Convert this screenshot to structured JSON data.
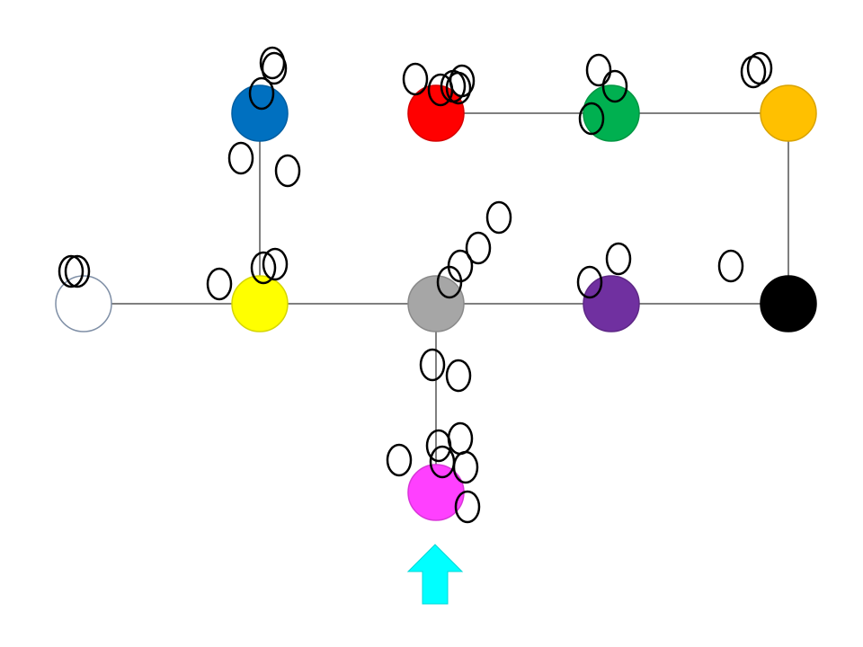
{
  "graph": {
    "nodes": [
      {
        "id": "white",
        "color": "#ffffff",
        "border": "#7f8fa6"
      },
      {
        "id": "yellow",
        "color": "#ffff00",
        "border": "#d6d600"
      },
      {
        "id": "gray",
        "color": "#a6a6a6",
        "border": "#8a8a8a"
      },
      {
        "id": "purple",
        "color": "#7030a0",
        "border": "#5e2886"
      },
      {
        "id": "black",
        "color": "#000000",
        "border": "#000000"
      },
      {
        "id": "blue",
        "color": "#0070c0",
        "border": "#005fa3"
      },
      {
        "id": "red",
        "color": "#ff0000",
        "border": "#d60000"
      },
      {
        "id": "green",
        "color": "#00b050",
        "border": "#009642"
      },
      {
        "id": "orange",
        "color": "#ffc000",
        "border": "#d9a300"
      },
      {
        "id": "magenta",
        "color": "#ff40ff",
        "border": "#d936d9"
      }
    ],
    "edges": [
      [
        "white",
        "yellow"
      ],
      [
        "yellow",
        "gray"
      ],
      [
        "gray",
        "purple"
      ],
      [
        "purple",
        "black"
      ],
      [
        "yellow",
        "blue"
      ],
      [
        "gray",
        "magenta"
      ],
      [
        "red",
        "green"
      ],
      [
        "green",
        "orange"
      ],
      [
        "orange",
        "black"
      ]
    ],
    "edge_color": "#7f7f7f",
    "marker_outline_color": "#000000",
    "arrow": {
      "color": "#00ffff",
      "direction": "up",
      "points_to": "magenta"
    }
  }
}
